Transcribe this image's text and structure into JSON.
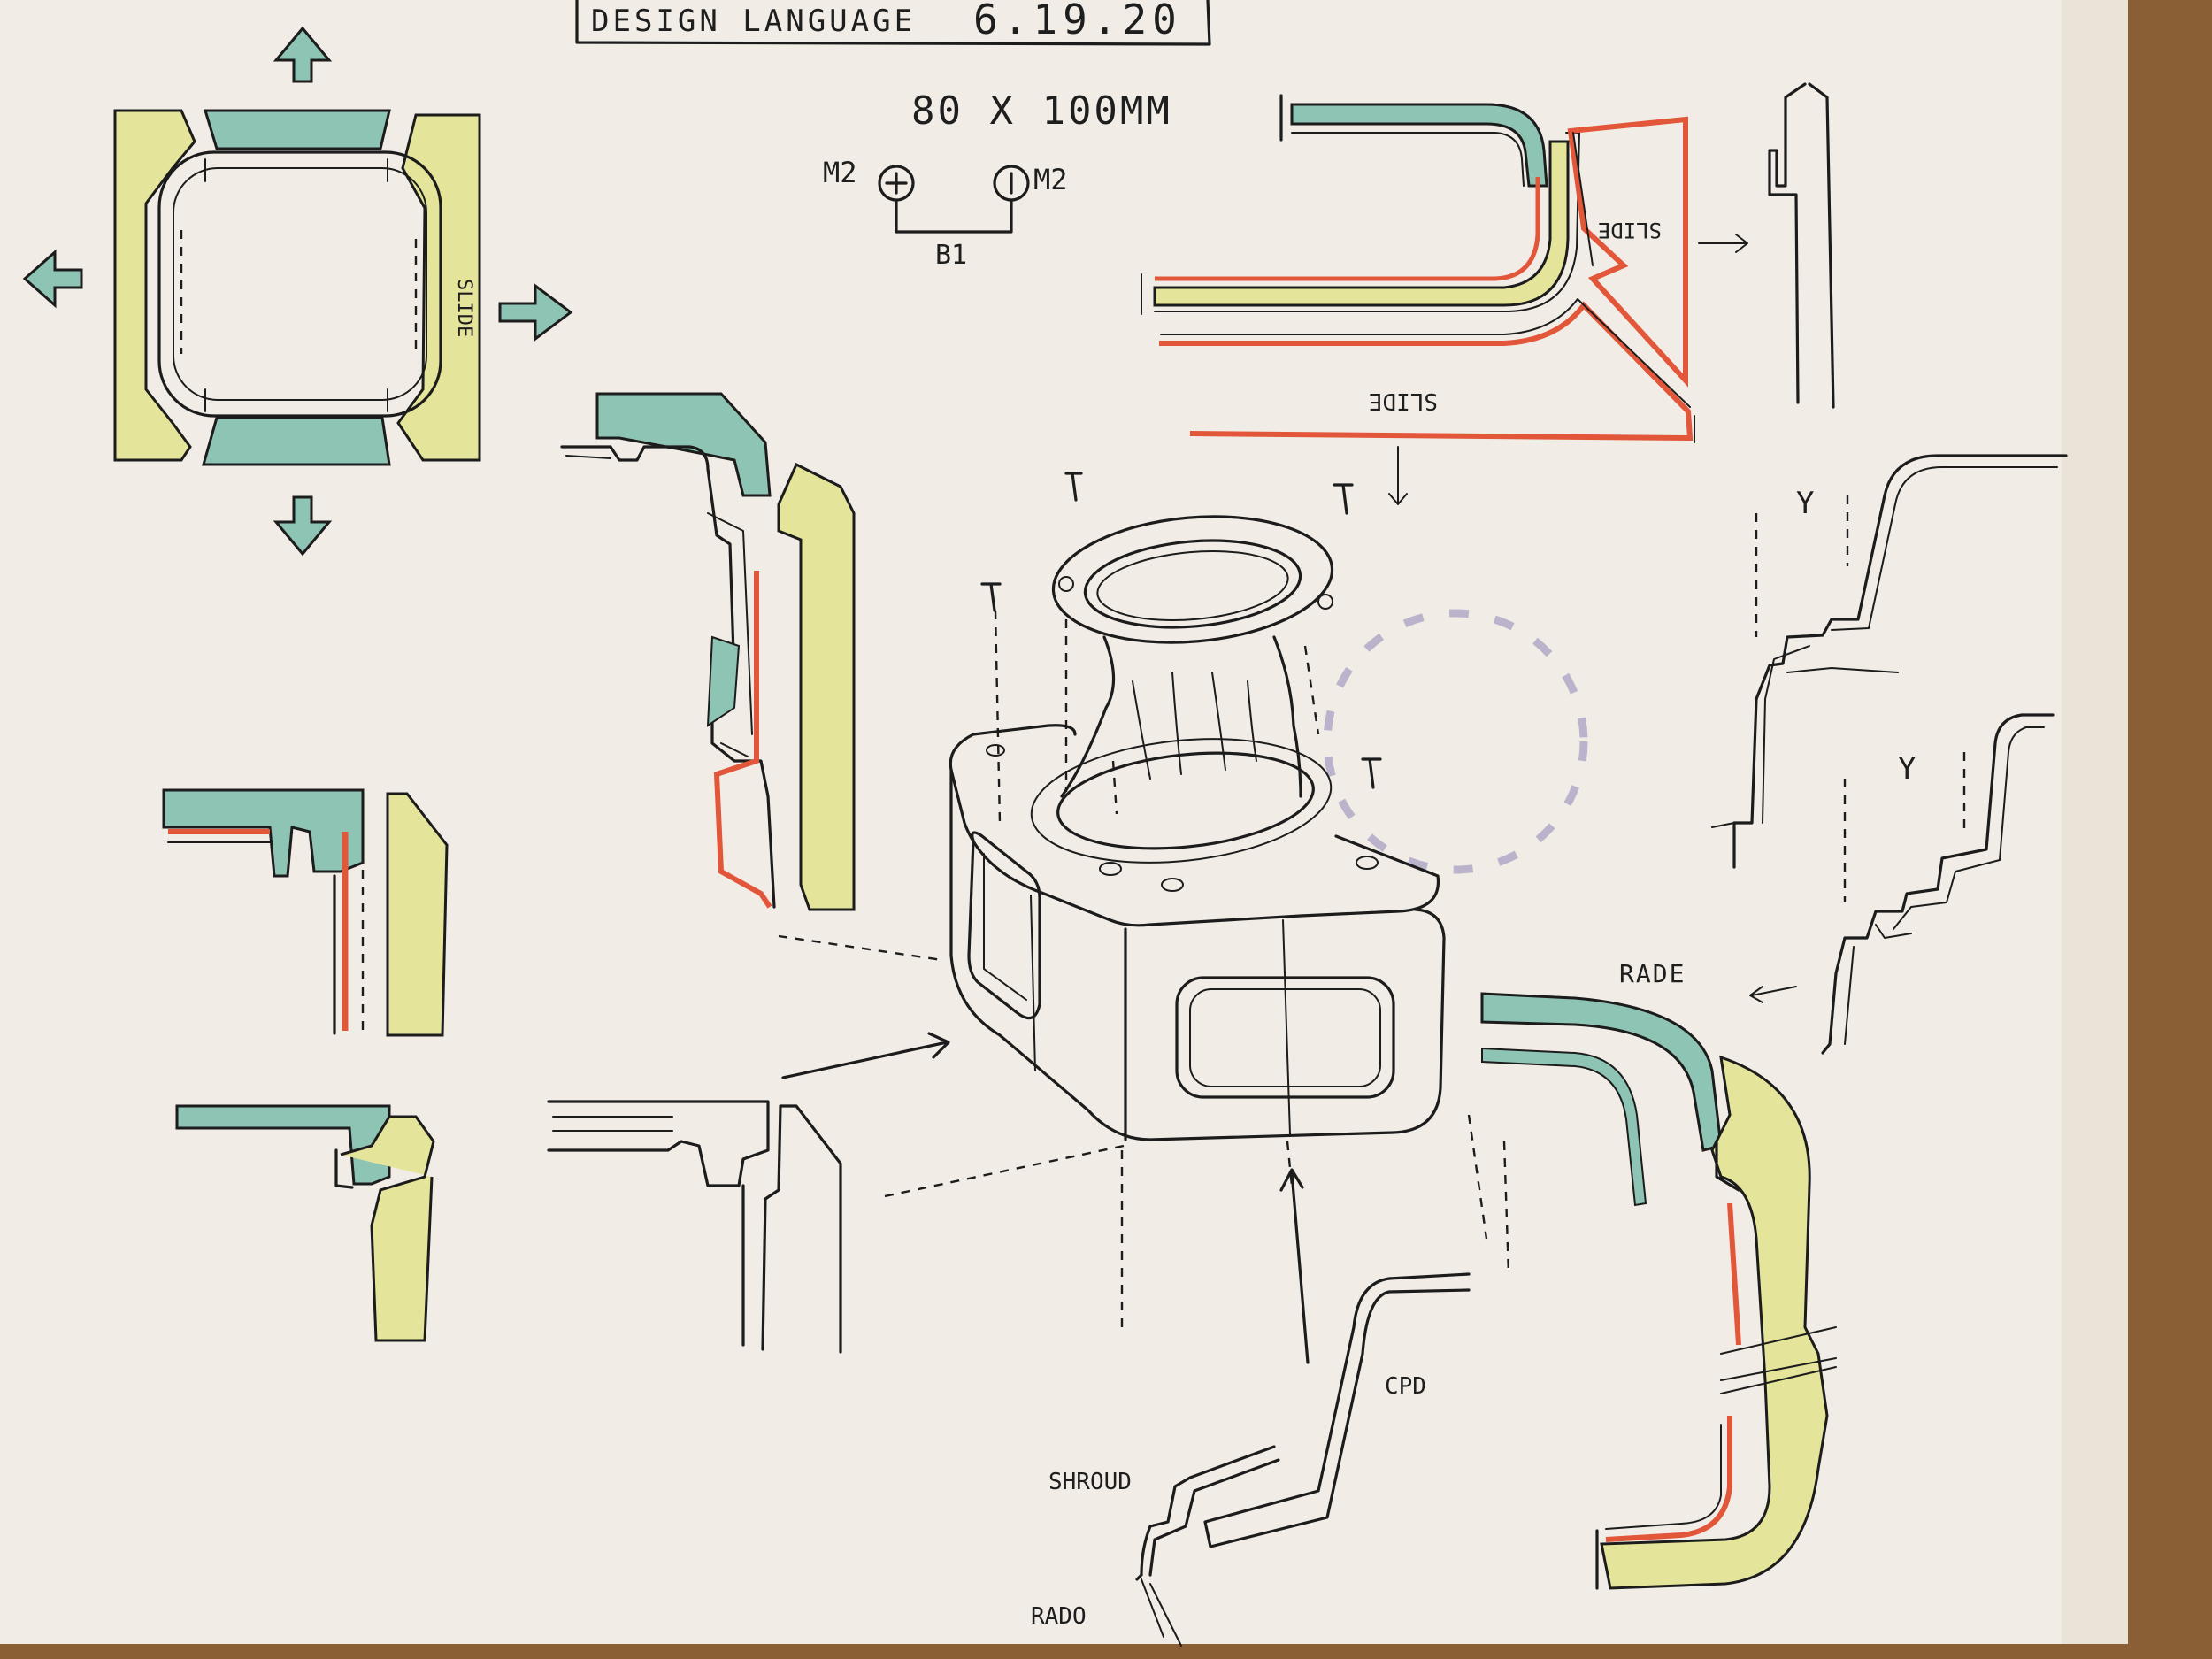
{
  "header": {
    "title": "DESIGN LANGUAGE",
    "date": "6.19.20"
  },
  "dimensions": "80 x 100mm",
  "labels": {
    "m2_left": "M2",
    "m2_right": "M2",
    "b1": "B1",
    "slide_vertical": "SLIDE",
    "slide_right_rotated": "SLIDE",
    "slide_bottom_rotated": "SLIDE",
    "y_upper": "Y",
    "y_lower": "Y",
    "rade": "RADE",
    "cpd": "CPD",
    "shroud": "SHROUD",
    "rado": "RADO"
  },
  "colors": {
    "paper": "#f1ede6",
    "teal": "#8ec4b3",
    "yellow": "#e4e49a",
    "orange": "#e2563a",
    "purple_smudge": "#8e83b6",
    "ink": "#1c1c1c"
  }
}
